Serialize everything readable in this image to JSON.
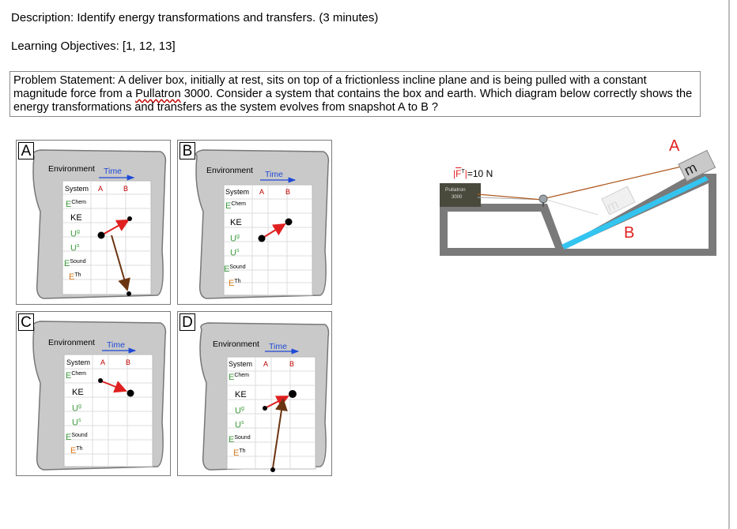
{
  "header": {
    "description": "Description:  Identify energy transformations and transfers.  (3 minutes)",
    "learning_objectives": "Learning Objectives:  [1, 12, 13]"
  },
  "problem": {
    "part1": "Problem Statement:  A deliver box, initially at rest, sits on top of a frictionless incline plane and is being pulled with a constant magnitude force from a ",
    "product": "Pullatron",
    "part2": " 3000.  Consider a system that contains the box and earth.  Which diagram below correctly shows the energy transformations and transfers as the system evolves from snapshot A to B ?"
  },
  "diagram_labels": {
    "environment": "Environment",
    "time": "Time",
    "system": "System",
    "a": "A",
    "b": "B",
    "ke": "KE",
    "e": "E",
    "u": "U",
    "g_sup": "g",
    "s_sup": "s",
    "chem_sup": "Chem",
    "sound_sup": "Sound",
    "th_sup": "Th"
  },
  "options": [
    {
      "letter": "A"
    },
    {
      "letter": "B"
    },
    {
      "letter": "C"
    },
    {
      "letter": "D"
    }
  ],
  "incline": {
    "force_symbol": "F",
    "force_sup": "T",
    "force_value": "=10 N",
    "device_line1": "Pullatron",
    "device_line2": "3000",
    "box_letter": "m",
    "snap_a": "A",
    "snap_b": "B"
  },
  "colors": {
    "time_arrow": "#1f49d6",
    "red_arrow": "#e02020",
    "brown_arrow": "#7a3e12",
    "chem_green": "#3f9b3f",
    "thermal_orange": "#d47a1f",
    "ice": "#33c4f0"
  }
}
